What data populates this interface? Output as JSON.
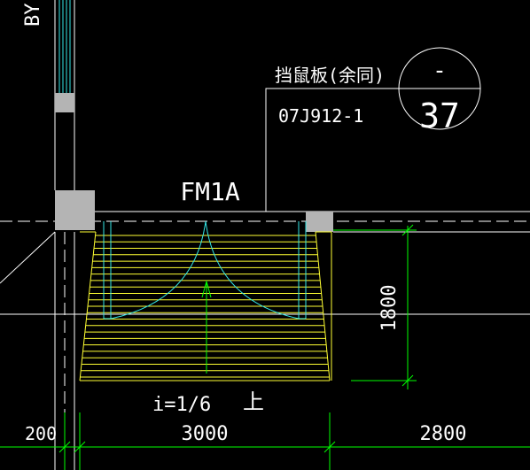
{
  "drawing": {
    "callout_note": "挡鼠板(余同)",
    "callout_ref": "07J912-1",
    "detail_top": "-",
    "detail_bottom": "37",
    "door_label": "FM1A",
    "corner_label": "BY",
    "slope_label": "i=1/6",
    "up_label": "上",
    "dim_left": "200",
    "dim_mid": "3000",
    "dim_right": "2800",
    "dim_vertical": "1800"
  },
  "colors": {
    "background": "#000000",
    "wall_lines": "#ffffff",
    "column_fill": "#b4b4b4",
    "ramp_lines": "#ffff33",
    "door_swing": "#33e6e6",
    "dimension": "#00ff00",
    "text": "#ffffff"
  }
}
